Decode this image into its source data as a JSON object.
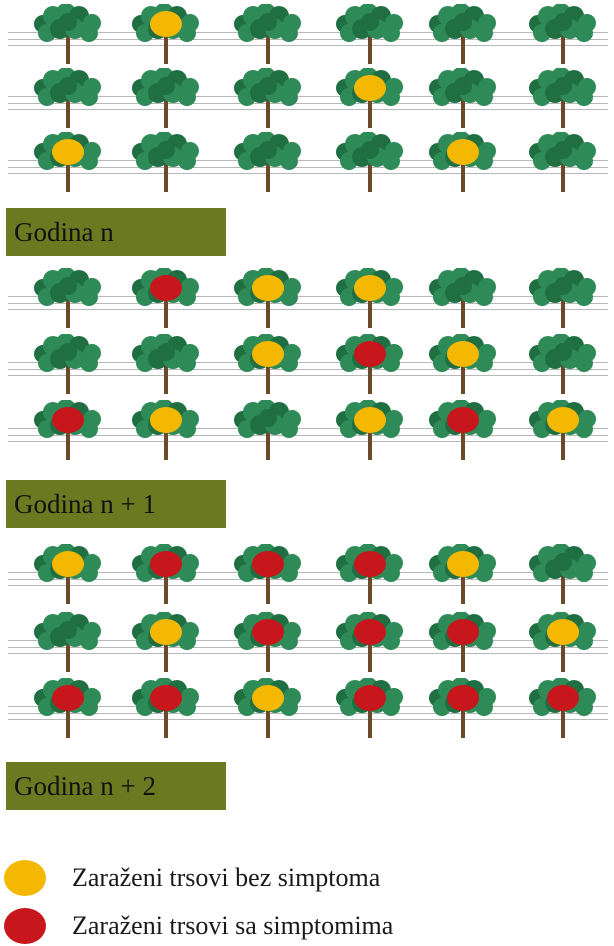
{
  "colors": {
    "leaf": "#2e8b57",
    "leaf_dark": "#1f6f43",
    "trunk": "#6b4a2b",
    "label_bg": "#6b7a21",
    "asymptomatic": "#f5b800",
    "symptomatic": "#c8161d"
  },
  "icons": {
    "vine": "grapevine-icon",
    "asymptomatic_marker": "yellow-dot-icon",
    "symptomatic_marker": "red-dot-icon"
  },
  "blocks": [
    {
      "label": "Godina n",
      "rows": [
        [
          "healthy",
          "asymptomatic",
          "healthy",
          "healthy",
          "healthy",
          "healthy"
        ],
        [
          "healthy",
          "healthy",
          "healthy",
          "asymptomatic",
          "healthy",
          "healthy"
        ],
        [
          "asymptomatic",
          "healthy",
          "healthy",
          "healthy",
          "asymptomatic",
          "healthy"
        ]
      ]
    },
    {
      "label": "Godina n + 1",
      "rows": [
        [
          "healthy",
          "symptomatic",
          "asymptomatic",
          "asymptomatic",
          "healthy",
          "healthy"
        ],
        [
          "healthy",
          "healthy",
          "asymptomatic",
          "symptomatic",
          "asymptomatic",
          "healthy"
        ],
        [
          "symptomatic",
          "asymptomatic",
          "healthy",
          "asymptomatic",
          "symptomatic",
          "asymptomatic"
        ]
      ]
    },
    {
      "label": "Godina n + 2",
      "rows": [
        [
          "asymptomatic",
          "symptomatic",
          "symptomatic",
          "symptomatic",
          "asymptomatic",
          "healthy"
        ],
        [
          "healthy",
          "asymptomatic",
          "symptomatic",
          "symptomatic",
          "symptomatic",
          "asymptomatic"
        ],
        [
          "symptomatic",
          "symptomatic",
          "asymptomatic",
          "symptomatic",
          "symptomatic",
          "symptomatic"
        ]
      ]
    }
  ],
  "legend": [
    {
      "key": "asymptomatic",
      "text": "Zaraženi trsovi bez simptoma"
    },
    {
      "key": "symptomatic",
      "text": "Zaraženi trsovi sa simptomima"
    }
  ]
}
